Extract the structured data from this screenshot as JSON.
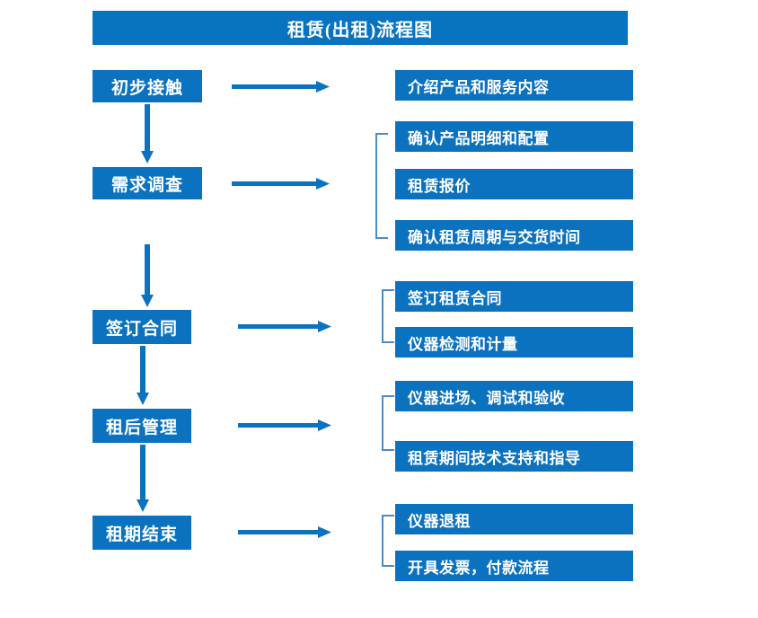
{
  "title": "租赁(出租)流程图",
  "colors": {
    "box_fill": "#0b72bf",
    "title_fill": "#0873c1",
    "arrow": "#0b72bf",
    "bracket": "#4a8cc4",
    "text": "#ffffff",
    "background": "#ffffff"
  },
  "stages": [
    {
      "label": "初步接触"
    },
    {
      "label": "需求调查"
    },
    {
      "label": "签订合同"
    },
    {
      "label": "租后管理"
    },
    {
      "label": "租期结束"
    }
  ],
  "details": [
    {
      "label": "介绍产品和服务内容"
    },
    {
      "label": "确认产品明细和配置"
    },
    {
      "label": "租赁报价"
    },
    {
      "label": "确认租赁周期与交货时间"
    },
    {
      "label": "签订租赁合同"
    },
    {
      "label": "仪器检测和计量"
    },
    {
      "label": "仪器进场、调试和验收"
    },
    {
      "label": "租赁期间技术支持和指导"
    },
    {
      "label": "仪器退租"
    },
    {
      "label": "开具发票，付款流程"
    }
  ],
  "chart_data": {
    "type": "diagram",
    "title": "租赁(出租)流程图",
    "orientation": "vertical-flow-with-side-details",
    "nodes": [
      {
        "stage": "初步接触",
        "details": [
          "介绍产品和服务内容"
        ]
      },
      {
        "stage": "需求调查",
        "details": [
          "确认产品明细和配置",
          "租赁报价",
          "确认租赁周期与交货时间"
        ]
      },
      {
        "stage": "签订合同",
        "details": [
          "签订租赁合同",
          "仪器检测和计量"
        ]
      },
      {
        "stage": "租后管理",
        "details": [
          "仪器进场、调试和验收",
          "租赁期间技术支持和指导"
        ]
      },
      {
        "stage": "租期结束",
        "details": [
          "仪器退租",
          "开具发票，付款流程"
        ]
      }
    ],
    "flow_sequence": [
      "初步接触",
      "需求调查",
      "签订合同",
      "租后管理",
      "租期结束"
    ]
  }
}
